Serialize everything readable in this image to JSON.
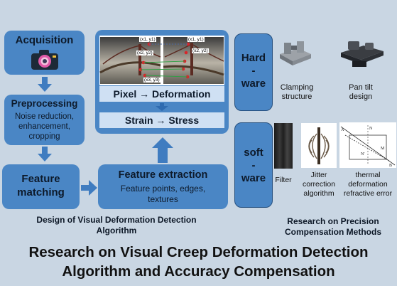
{
  "left": {
    "acquisition": "Acquisition",
    "preprocessing": {
      "title": "Preprocessing",
      "lines": [
        "Noise reduction,",
        "enhancement,",
        "cropping"
      ]
    },
    "feature_matching": [
      "Feature",
      "matching"
    ],
    "feature_extraction": {
      "title": "Feature extraction",
      "lines": [
        "Feature points, edges,",
        "textures"
      ]
    },
    "pixel_deformation": "Pixel → Deformation",
    "strain_stress": "Strain → Stress",
    "image_labels": [
      "(x1, y1)",
      "(x2, y2)",
      "(x3, y3)",
      "(x1, y1)",
      "(x2, y2)"
    ],
    "section_caption": [
      "Design of Visual Deformation Detection",
      "Algorithm"
    ]
  },
  "right": {
    "hardware": [
      "Hard",
      "-",
      "ware"
    ],
    "software": [
      "soft",
      "-",
      "ware"
    ],
    "clamping": [
      "Clamping",
      "structure"
    ],
    "pantilt": [
      "Pan tilt",
      "design"
    ],
    "filter": "Filter",
    "jitter": [
      "Jitter",
      "correction",
      "algorithm"
    ],
    "thermal": [
      "thermal",
      "deformation",
      "refractive error"
    ],
    "section_caption": [
      "Research on Precision",
      "Compensation Methods"
    ]
  },
  "main_title": [
    "Research on Visual Creep Deformation Detection",
    "Algorithm and Accuracy Compensation"
  ]
}
